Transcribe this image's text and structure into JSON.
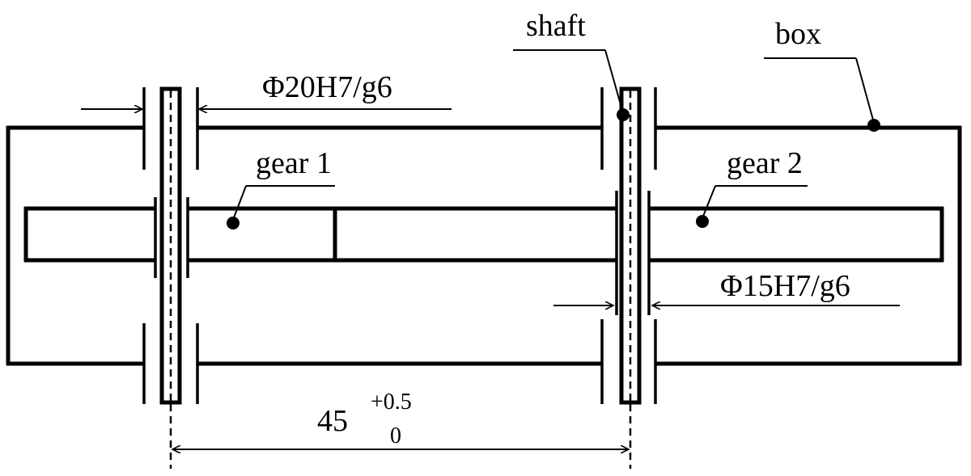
{
  "labels": {
    "shaft": "shaft",
    "box": "box",
    "gear1": "gear 1",
    "gear2": "gear 2",
    "fit_left": "Φ20H7/g6",
    "fit_right": "Φ15H7/g6"
  },
  "dimension": {
    "nominal": "45",
    "upper_deviation": "+0.5",
    "lower_deviation": "0"
  }
}
